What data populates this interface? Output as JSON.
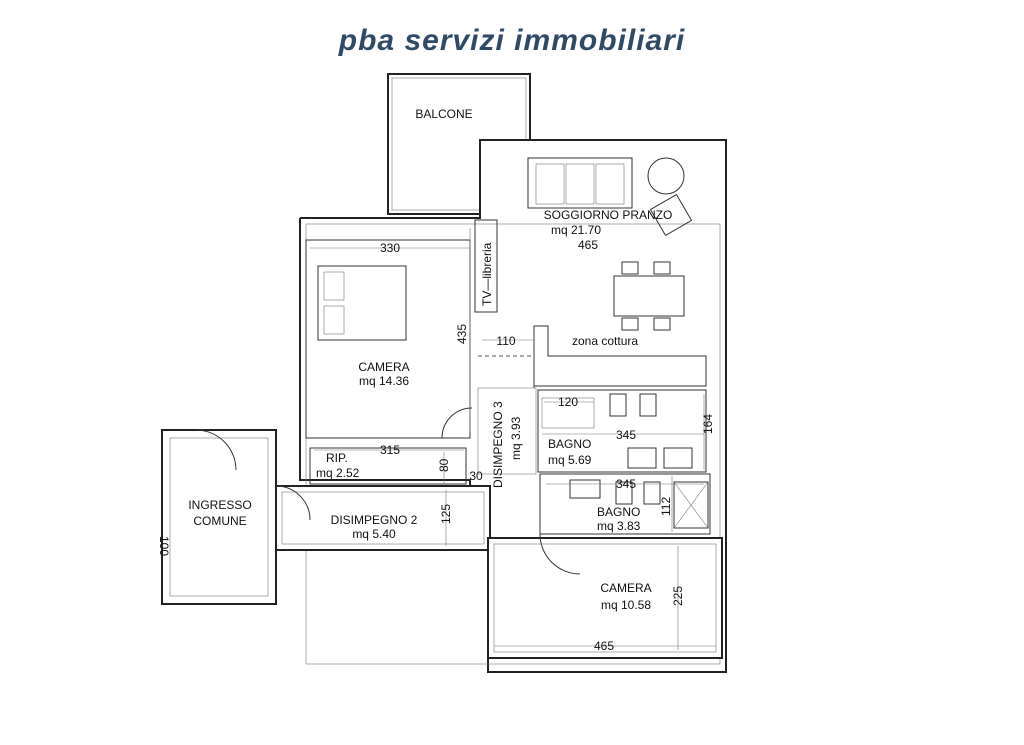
{
  "brand": {
    "text": "pba servizi immobiliari",
    "color": "#2e4a66"
  },
  "rooms": {
    "balcone": {
      "name": "BALCONE"
    },
    "soggiorno": {
      "name": "SOGGIORNO PRANZO",
      "area": "mq 21.70"
    },
    "camera1": {
      "name": "CAMERA",
      "area": "mq 14.36"
    },
    "zona_cottura": {
      "name": "zona cottura"
    },
    "tv": {
      "name": "TV—libreria"
    },
    "disimpegno3": {
      "name": "DISIMPEGNO 3",
      "area": "mq 3.93"
    },
    "bagno1": {
      "name": "BAGNO",
      "area": "mq 5.69"
    },
    "bagno2": {
      "name": "BAGNO",
      "area": "mq 3.83"
    },
    "rip": {
      "name": "RIP.",
      "area": "mq 2.52"
    },
    "ingresso": {
      "name_line1": "INGRESSO",
      "name_line2": "COMUNE"
    },
    "disimpegno2": {
      "name": "DISIMPEGNO 2",
      "area": "mq 5.40"
    },
    "camera2": {
      "name": "CAMERA",
      "area": "mq 10.58"
    }
  },
  "dimensions": {
    "d330": "330",
    "d465_top": "465",
    "d435": "435",
    "d110": "110",
    "d120": "120",
    "d345_top": "345",
    "d164": "164",
    "d315": "315",
    "d80": "80",
    "d30": "30",
    "d345_bottom": "345",
    "d112": "112",
    "d125": "125",
    "d225": "225",
    "d465_bottom": "465"
  },
  "side_mark": "100"
}
